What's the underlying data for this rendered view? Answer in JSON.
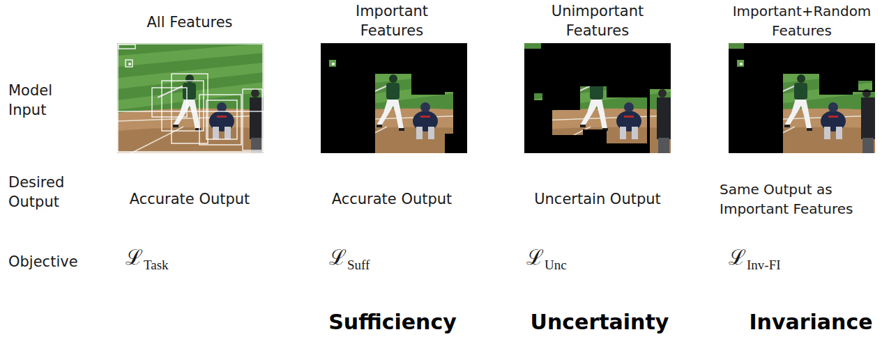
{
  "diagram": {
    "labels": [
      "All Features",
      "Important Features",
      "Unimportant Features",
      "Important+Random Features",
      "Model Input",
      "Desired Output",
      "Objective",
      "Accurate Output",
      "Accurate Output",
      "Uncertain Output",
      "Same Output as Important Features",
      "ℒ",
      "Task",
      "ℒ",
      "Suff",
      "ℒ",
      "Unc",
      "ℒ",
      "Inv-FI",
      "Sufficiency",
      "Uncertainty",
      "Invariance"
    ]
  }
}
